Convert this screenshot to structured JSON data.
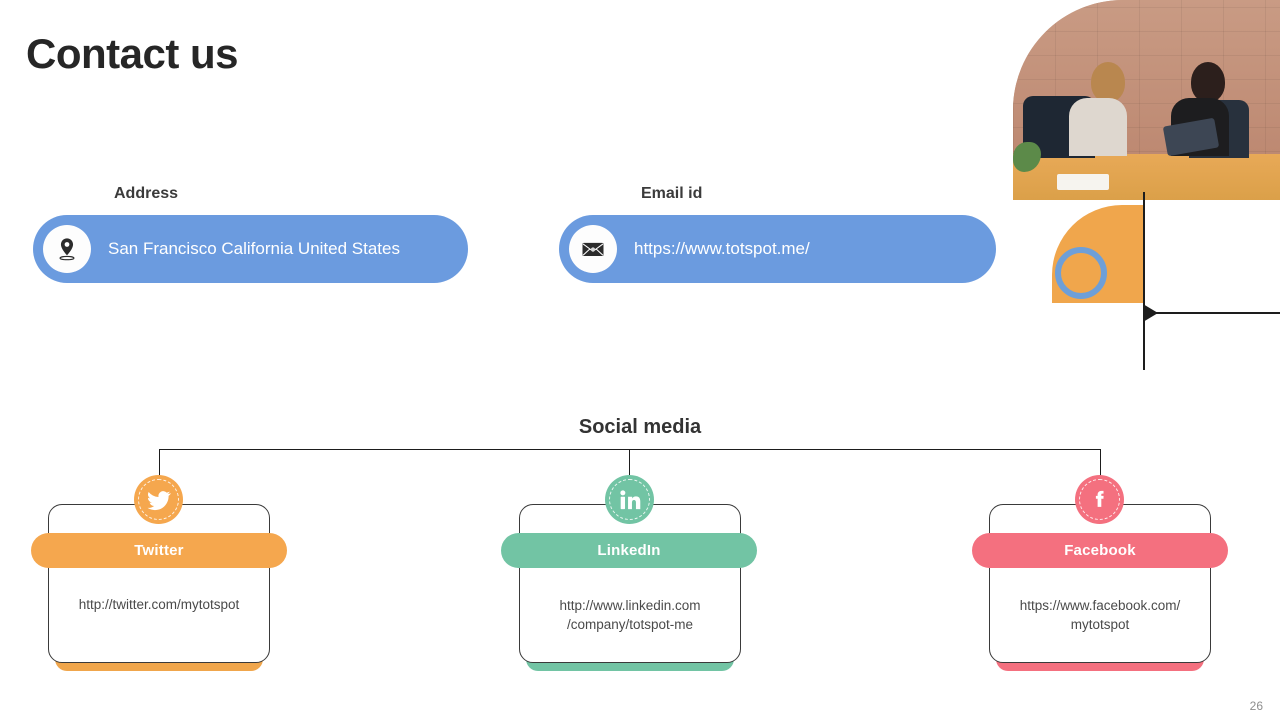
{
  "slide": {
    "title": "Contact us",
    "page_number": "26"
  },
  "contact": {
    "fields": [
      {
        "label": "Address",
        "value": "San Francisco California United States",
        "icon": "location-pin-icon"
      },
      {
        "label": "Email id",
        "value": "https://www.totspot.me/",
        "icon": "envelope-icon"
      }
    ],
    "pill_color": "#6b9bdf"
  },
  "social": {
    "heading": "Social media",
    "cards": [
      {
        "name": "Twitter",
        "url": "http://twitter.com/mytotspot",
        "color": "#f5a74e",
        "icon": "twitter-bird-icon"
      },
      {
        "name": "LinkedIn",
        "url": "http://www.linkedin.com\n/company/totspot-me",
        "color": "#72c4a4",
        "icon": "linkedin-in-icon"
      },
      {
        "name": "Facebook",
        "url": "https://www.facebook.com/\nmytotspot",
        "color": "#f4707f",
        "icon": "facebook-f-icon"
      }
    ]
  },
  "decoration": {
    "photo_alt": "two-women-meeting-at-desk-photo",
    "orange_shape_color": "#f0a64c",
    "ring_color": "#6e9fd8",
    "line_color": "#1d1d1d"
  }
}
